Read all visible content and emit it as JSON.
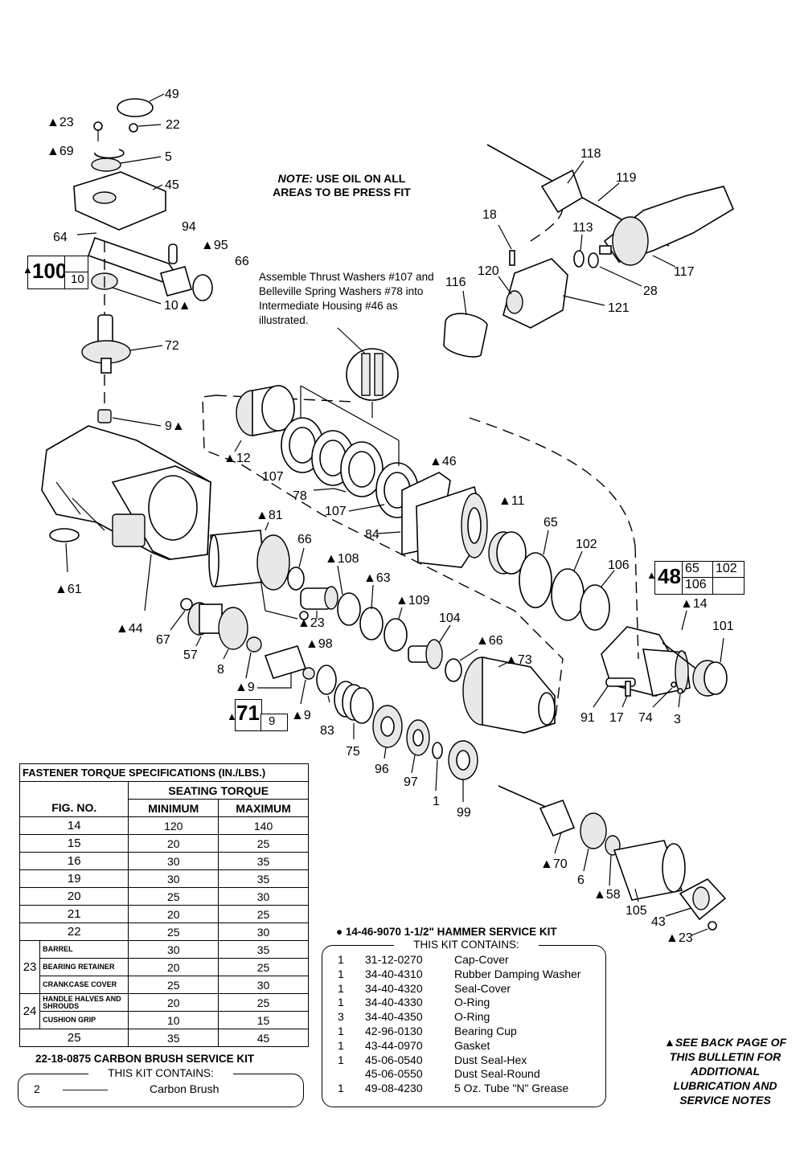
{
  "note": {
    "prefix": "NOTE:",
    "text": " USE OIL ON ALL AREAS TO BE PRESS FIT"
  },
  "assemble_note": "Assemble Thrust Washers #107 and Belleville Spring Washers #78 into Intermediate Housing #46 as illustrated.",
  "callouts": {
    "c49": "49",
    "c23a": "▲23",
    "c22": "22",
    "c69": "▲69",
    "c5": "5",
    "c45": "45",
    "c64": "64",
    "c94": "94",
    "c95": "▲95",
    "c66a": "66",
    "c10": "10▲",
    "c72": "72",
    "c9a": "9▲",
    "c12": "▲12",
    "c107a": "107",
    "c78": "78",
    "c107b": "107",
    "c46": "▲46",
    "c84": "84",
    "c61": "▲61",
    "c44": "▲44",
    "c81": "▲81",
    "c66b": "66",
    "c108": "▲108",
    "c63": "▲63",
    "c109": "▲109",
    "c11": "▲11",
    "c65": "65",
    "c102": "102",
    "c106": "106",
    "c23b": "▲23",
    "c98": "▲98",
    "c67": "67",
    "c57": "57",
    "c8": "8",
    "c9b": "▲9",
    "c9c": "▲9",
    "c83": "83",
    "c75": "75",
    "c104": "104",
    "c66c": "▲66",
    "c73": "▲73",
    "c96": "96",
    "c97": "97",
    "c1": "1",
    "c99": "99",
    "c14": "▲14",
    "c101": "101",
    "c91": "91",
    "c17": "17",
    "c74": "74",
    "c3": "3",
    "c118": "118",
    "c119": "119",
    "c18": "18",
    "c113": "113",
    "c117": "117",
    "c120": "120",
    "c116": "116",
    "c28": "28",
    "c121": "121",
    "c70": "▲70",
    "c6": "6",
    "c58": "▲58",
    "c105": "105",
    "c43": "43",
    "c23c": "▲23"
  },
  "group_boxes": {
    "g100": {
      "main": "100",
      "sub": "10"
    },
    "g48": {
      "main": "48",
      "a": "65",
      "b": "102",
      "c": "106"
    },
    "g71": {
      "main": "71",
      "sub": "9"
    }
  },
  "torque_table": {
    "title": "FASTENER TORQUE SPECIFICATIONS (IN./LBS.)",
    "seating": "SEATING TORQUE",
    "col_fig": "FIG. NO.",
    "col_min": "MINIMUM",
    "col_max": "MAXIMUM",
    "rows": [
      {
        "fig": "14",
        "min": "120",
        "max": "140"
      },
      {
        "fig": "15",
        "min": "20",
        "max": "25"
      },
      {
        "fig": "16",
        "min": "30",
        "max": "35"
      },
      {
        "fig": "19",
        "min": "30",
        "max": "35"
      },
      {
        "fig": "20",
        "min": "25",
        "max": "30"
      },
      {
        "fig": "21",
        "min": "20",
        "max": "25"
      },
      {
        "fig": "22",
        "min": "25",
        "max": "30"
      }
    ],
    "group23": {
      "fig": "23",
      "rows": [
        {
          "label": "BARREL",
          "min": "30",
          "max": "35"
        },
        {
          "label": "BEARING RETAINER",
          "min": "20",
          "max": "25"
        },
        {
          "label": "CRANKCASE COVER",
          "min": "25",
          "max": "30"
        }
      ]
    },
    "group24": {
      "fig": "24",
      "rows": [
        {
          "label": "HANDLE HALVES AND SHROUDS",
          "min": "20",
          "max": "25"
        },
        {
          "label": "CUSHION GRIP",
          "min": "10",
          "max": "15"
        }
      ]
    },
    "last": {
      "fig": "25",
      "min": "35",
      "max": "45"
    }
  },
  "brush_kit": {
    "title": "22-18-0875 CARBON BRUSH SERVICE KIT",
    "contains": "THIS KIT CONTAINS:",
    "qty": "2",
    "dashes": "————",
    "desc": "Carbon Brush"
  },
  "hammer_kit": {
    "title": "● 14-46-9070 1-1/2\" HAMMER SERVICE KIT",
    "contains": "THIS KIT CONTAINS:",
    "items": [
      {
        "qty": "1",
        "pn": "31-12-0270",
        "desc": "Cap-Cover"
      },
      {
        "qty": "1",
        "pn": "34-40-4310",
        "desc": "Rubber Damping Washer"
      },
      {
        "qty": "1",
        "pn": "34-40-4320",
        "desc": "Seal-Cover"
      },
      {
        "qty": "1",
        "pn": "34-40-4330",
        "desc": "O-Ring"
      },
      {
        "qty": "3",
        "pn": "34-40-4350",
        "desc": "O-Ring"
      },
      {
        "qty": "1",
        "pn": "42-96-0130",
        "desc": "Bearing Cup"
      },
      {
        "qty": "1",
        "pn": "43-44-0970",
        "desc": "Gasket"
      },
      {
        "qty": "1",
        "pn": "45-06-0540",
        "desc": "Dust Seal-Hex"
      },
      {
        "qty": "",
        "pn": "45-06-0550",
        "desc": "Dust Seal-Round"
      },
      {
        "qty": "1",
        "pn": "49-08-4230",
        "desc": "5 Oz. Tube \"N\" Grease"
      }
    ]
  },
  "see_back": "▲SEE BACK PAGE OF THIS BULLETIN FOR ADDITIONAL LUBRICATION AND SERVICE NOTES"
}
